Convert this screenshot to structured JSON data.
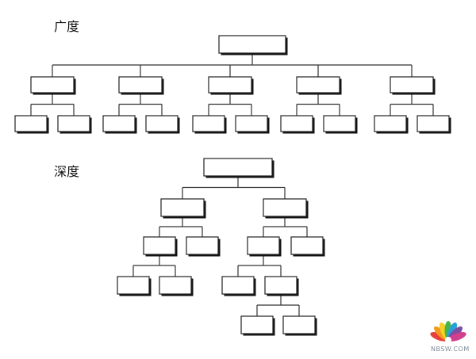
{
  "diagram": {
    "breadth": {
      "title": "广度",
      "root": {
        "children": [
          {
            "children": [
              {},
              {}
            ]
          },
          {
            "children": [
              {},
              {}
            ]
          },
          {
            "children": [
              {},
              {}
            ]
          },
          {
            "children": [
              {},
              {}
            ]
          },
          {
            "children": [
              {},
              {}
            ]
          }
        ]
      }
    },
    "depth": {
      "title": "深度",
      "root": {
        "children": [
          {
            "children": [
              {
                "children": [
                  {},
                  {}
                ]
              },
              {}
            ]
          },
          {
            "children": [
              {
                "children": [
                  {},
                  {
                    "children": [
                      {},
                      {}
                    ]
                  }
                ]
              },
              {}
            ]
          }
        ]
      }
    }
  },
  "watermark": {
    "text": "NBSW.COM"
  },
  "colors": {
    "box_border": "#222222",
    "box_shadow": "#111111",
    "line": "#333333",
    "logo_petals": [
      "#e8403b",
      "#f39a1e",
      "#f7d126",
      "#46b549",
      "#2a9fd8",
      "#7b4fa0",
      "#d23f8f"
    ]
  }
}
